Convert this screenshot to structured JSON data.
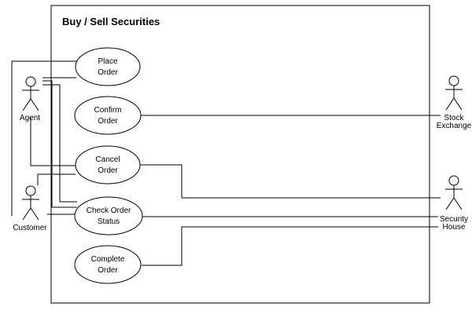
{
  "system": {
    "title": "Buy / Sell Securities"
  },
  "use_cases": [
    {
      "id": "place_order",
      "lines": [
        "Place",
        "Order"
      ]
    },
    {
      "id": "confirm_order",
      "lines": [
        "Confirm",
        "Order"
      ]
    },
    {
      "id": "cancel_order",
      "lines": [
        "Cancel",
        "Order"
      ]
    },
    {
      "id": "check_order_status",
      "lines": [
        "Check Order",
        "Status"
      ]
    },
    {
      "id": "complete_order",
      "lines": [
        "Complete",
        "Order"
      ]
    }
  ],
  "actors": [
    {
      "id": "agent",
      "lines": [
        "Agent"
      ]
    },
    {
      "id": "customer",
      "lines": [
        "Customer"
      ]
    },
    {
      "id": "stock_exchange",
      "lines": [
        "Stock",
        "Exchange"
      ]
    },
    {
      "id": "security_house",
      "lines": [
        "Security",
        "House"
      ]
    }
  ]
}
